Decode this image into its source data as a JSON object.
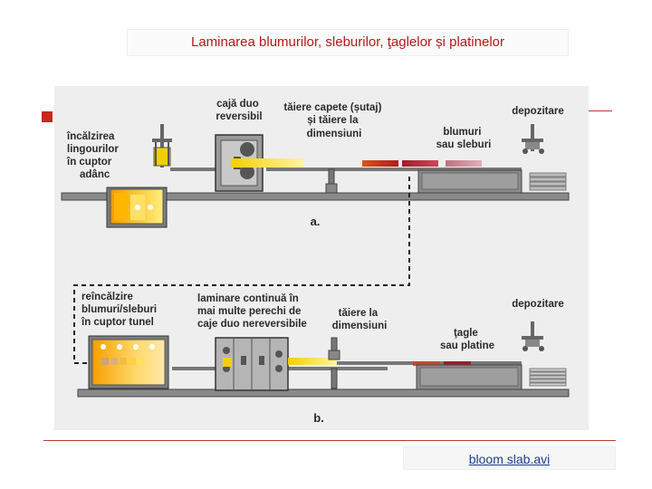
{
  "slide": {
    "title": "Laminarea blumurilor, sleburilor, ţaglelor și platinelor",
    "link_label": "bloom slab.avi"
  },
  "diagram_a": {
    "label": "a.",
    "furnace_label": [
      "încălzirea",
      "lingourilor",
      "în cuptor",
      "adânc"
    ],
    "stand_label": [
      "cajă duo",
      "reversibil"
    ],
    "cutting_label": [
      "tăiere capete (șutaj)",
      "și tăiere la",
      "dimensiuni"
    ],
    "product_label": [
      "blumuri",
      "sau sleburi"
    ],
    "storage_label": "depozitare"
  },
  "diagram_b": {
    "label": "b.",
    "furnace_label": [
      "reîncălzire",
      "blumuri/sleburi",
      "în cuptor  tunel"
    ],
    "stand_label": [
      "laminare continuă în",
      "mai multe perechi de",
      "caje duo nereversibile"
    ],
    "cutting_label": [
      "tăiere la",
      "dimensiuni"
    ],
    "product_label": [
      "ţagle",
      "sau platine"
    ],
    "storage_label": "depozitare"
  },
  "colors": {
    "title_red": "#b21a1a",
    "accent_red": "#c8281e",
    "hot_yellow": "#f5d000",
    "link_blue": "#1c3f8c"
  }
}
